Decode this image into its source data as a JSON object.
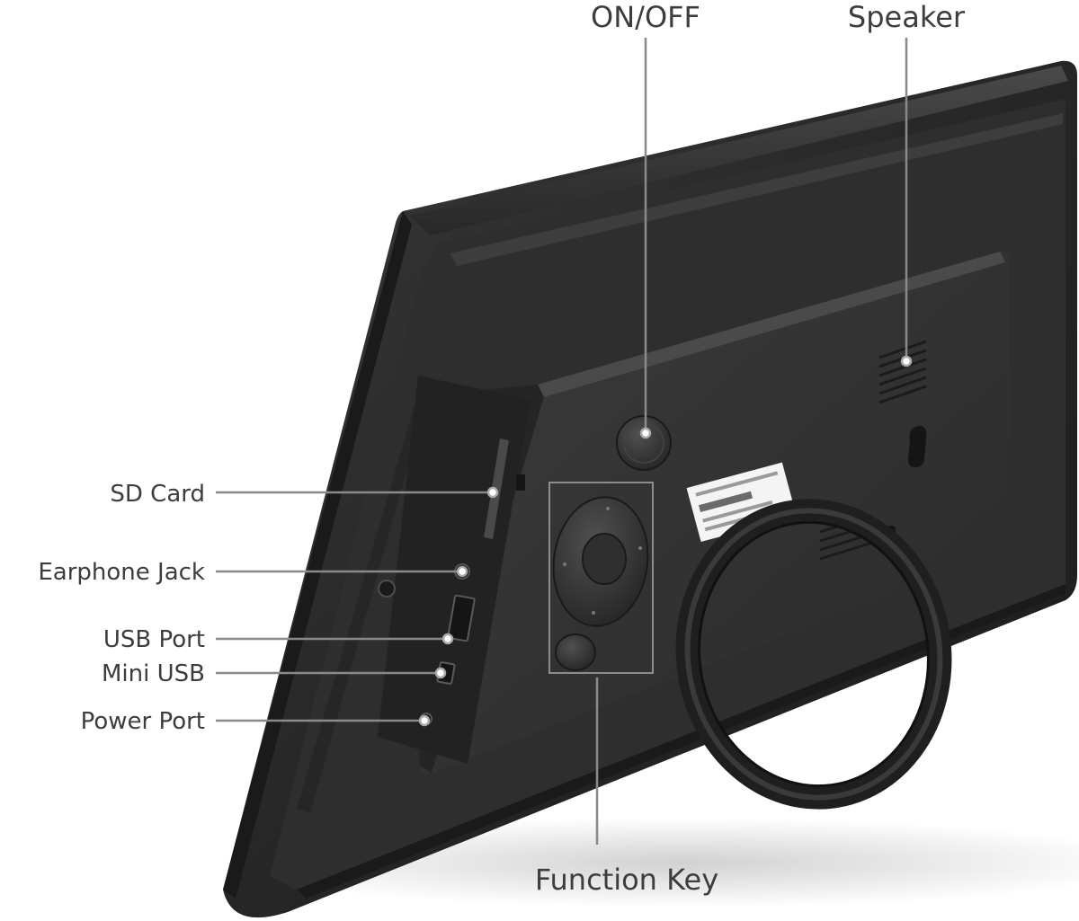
{
  "callouts": {
    "on_off": "ON/OFF",
    "speaker": "Speaker",
    "sd_card": "SD Card",
    "earphone_jack": "Earphone Jack",
    "usb_port": "USB Port",
    "mini_usb": "Mini USB",
    "power_port": "Power Port",
    "function_key": "Function Key"
  },
  "colors": {
    "background": "#ffffff",
    "frame_body": "#2b2b2b",
    "frame_edge": "#1c1c1c",
    "back_panel": "#333333",
    "label_text": "#3d3d3d",
    "leader_line": "#8a8a8a"
  }
}
